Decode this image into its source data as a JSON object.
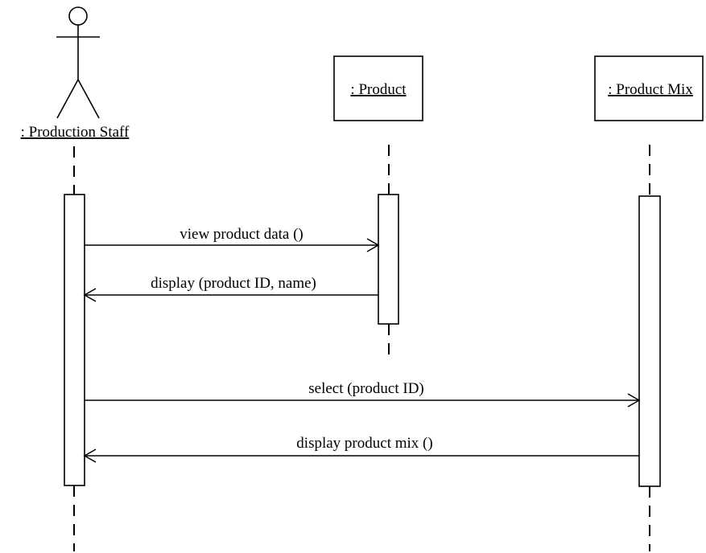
{
  "participants": {
    "staff": {
      "label": ": Production Staff",
      "kind": "actor"
    },
    "product": {
      "label": ": Product",
      "kind": "object"
    },
    "mix": {
      "label": ": Product Mix",
      "kind": "object"
    }
  },
  "messages": [
    {
      "label": "view product data ()",
      "from": "Production Staff",
      "to": "Product",
      "direction": "call"
    },
    {
      "label": "display (product ID, name)",
      "from": "Product",
      "to": "Production Staff",
      "direction": "return"
    },
    {
      "label": "select (product ID)",
      "from": "Production Staff",
      "to": "Product Mix",
      "direction": "call"
    },
    {
      "label": "display product mix ()",
      "from": "Product Mix",
      "to": "Production Staff",
      "direction": "return"
    }
  ],
  "colors": {
    "ink": "#000000",
    "background": "#ffffff"
  }
}
